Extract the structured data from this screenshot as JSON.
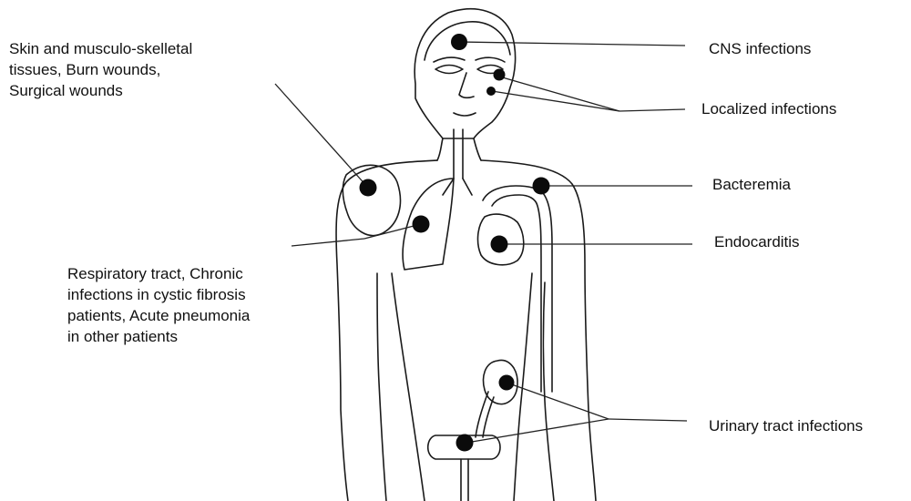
{
  "labels": {
    "skin": [
      "Skin and musculo-skelletal",
      "tissues, Burn wounds,",
      "Surgical wounds"
    ],
    "cns": "CNS infections",
    "localized": "Localized infections",
    "bacteremia": "Bacteremia",
    "endocarditis": "Endocarditis",
    "respiratory": [
      "Respiratory tract, Chronic",
      "infections in cystic fibrosis",
      "patients, Acute pneumonia",
      "in other patients"
    ],
    "urinary": "Urinary tract infections"
  },
  "colors": {
    "dot": "#0b0b0b",
    "outline": "#1a1a1a"
  }
}
